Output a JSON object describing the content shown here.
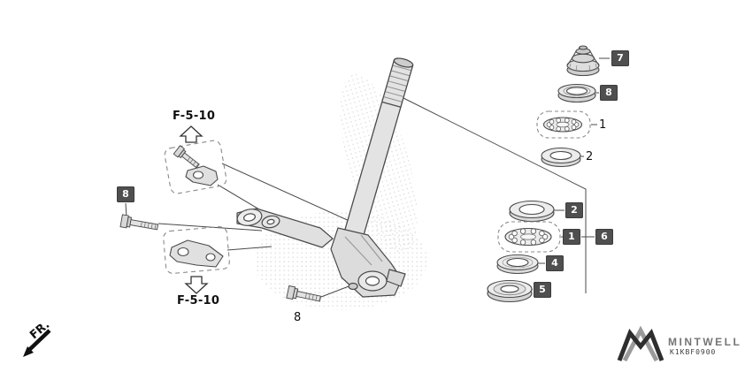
{
  "callouts": {
    "c7": "7",
    "c8_top": "8",
    "c1_top": "1",
    "c2_top": "2",
    "c2_mid": "2",
    "c1_mid": "1",
    "c6": "6",
    "c4": "4",
    "c5": "5",
    "c8_left": "8",
    "c8_bottom": "8"
  },
  "refs": {
    "top": "F-5-10",
    "bottom": "F-5-10"
  },
  "direction": {
    "front": "FR."
  },
  "footer": {
    "brand": "MINTWELL",
    "code": "K1KBF0900"
  },
  "colors": {
    "badge_bg": "#4f4f4f",
    "badge_text": "#ffffff",
    "line": "#4a4a4a",
    "metal_fill": "#e3e3e3",
    "brand_gray": "#757575"
  }
}
